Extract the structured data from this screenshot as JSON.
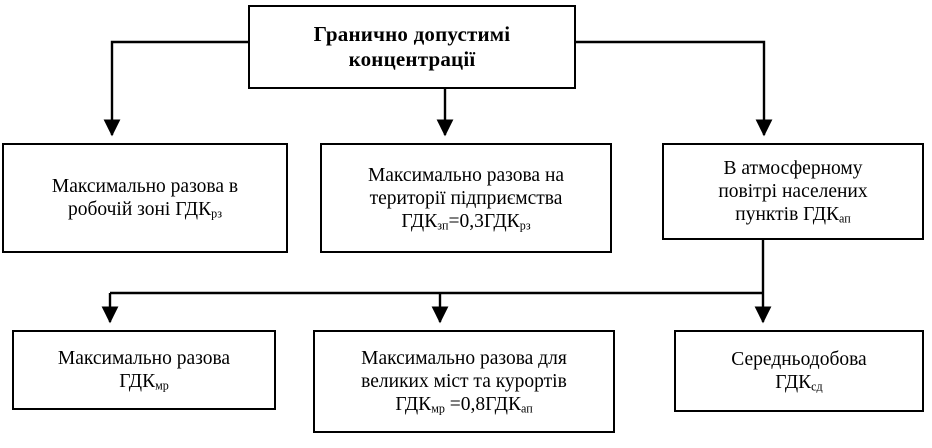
{
  "diagram": {
    "title": "Гранично допустимі концентрації",
    "title_lines": [
      "Гранично допустимі",
      "концентрації"
    ],
    "level2": [
      {
        "id": "max-single-work-zone",
        "lines": [
          "Максимально разова в",
          "робочій зоні ГДК"
        ],
        "subscript": "рз",
        "full_text": "Максимально разова в робочій зоні ГДКрз"
      },
      {
        "id": "max-single-enterprise-territory",
        "lines": [
          "Максимально разова на",
          "території підприємства"
        ],
        "formula_prefix": "ГДК",
        "formula_sub1": "зп",
        "formula_mid": "=0,3ГДК",
        "formula_sub2": "рз",
        "full_text": "Максимально разова на території підприємства ГДКзп=0,3ГДКрз"
      },
      {
        "id": "atmospheric-air-settlements",
        "lines": [
          "В атмосферному",
          "повітрі населених",
          "пунктів ГДК"
        ],
        "subscript": "ап",
        "full_text": "В атмосферному повітрі населених пунктів ГДКап"
      }
    ],
    "level3": [
      {
        "id": "max-single",
        "lines": [
          "Максимально разова",
          "ГДК"
        ],
        "subscript": "мр",
        "full_text": "Максимально разова ГДКмр"
      },
      {
        "id": "max-single-big-cities-resorts",
        "lines": [
          "Максимально разова для",
          "великих міст та курортів"
        ],
        "formula_prefix": "ГДК",
        "formula_sub1": "мр",
        "formula_mid": " =0,8ГДК",
        "formula_sub2": "ап",
        "full_text": "Максимально разова для великих міст та курортів ГДКмр =0,8ГДКап"
      },
      {
        "id": "daily-average",
        "lines": [
          "Середньодобова",
          "ГДК"
        ],
        "subscript": "сд",
        "full_text": "Середньодобова ГДКсд"
      }
    ],
    "colors": {
      "stroke": "#000000",
      "fill": "#ffffff",
      "text": "#000000"
    }
  }
}
